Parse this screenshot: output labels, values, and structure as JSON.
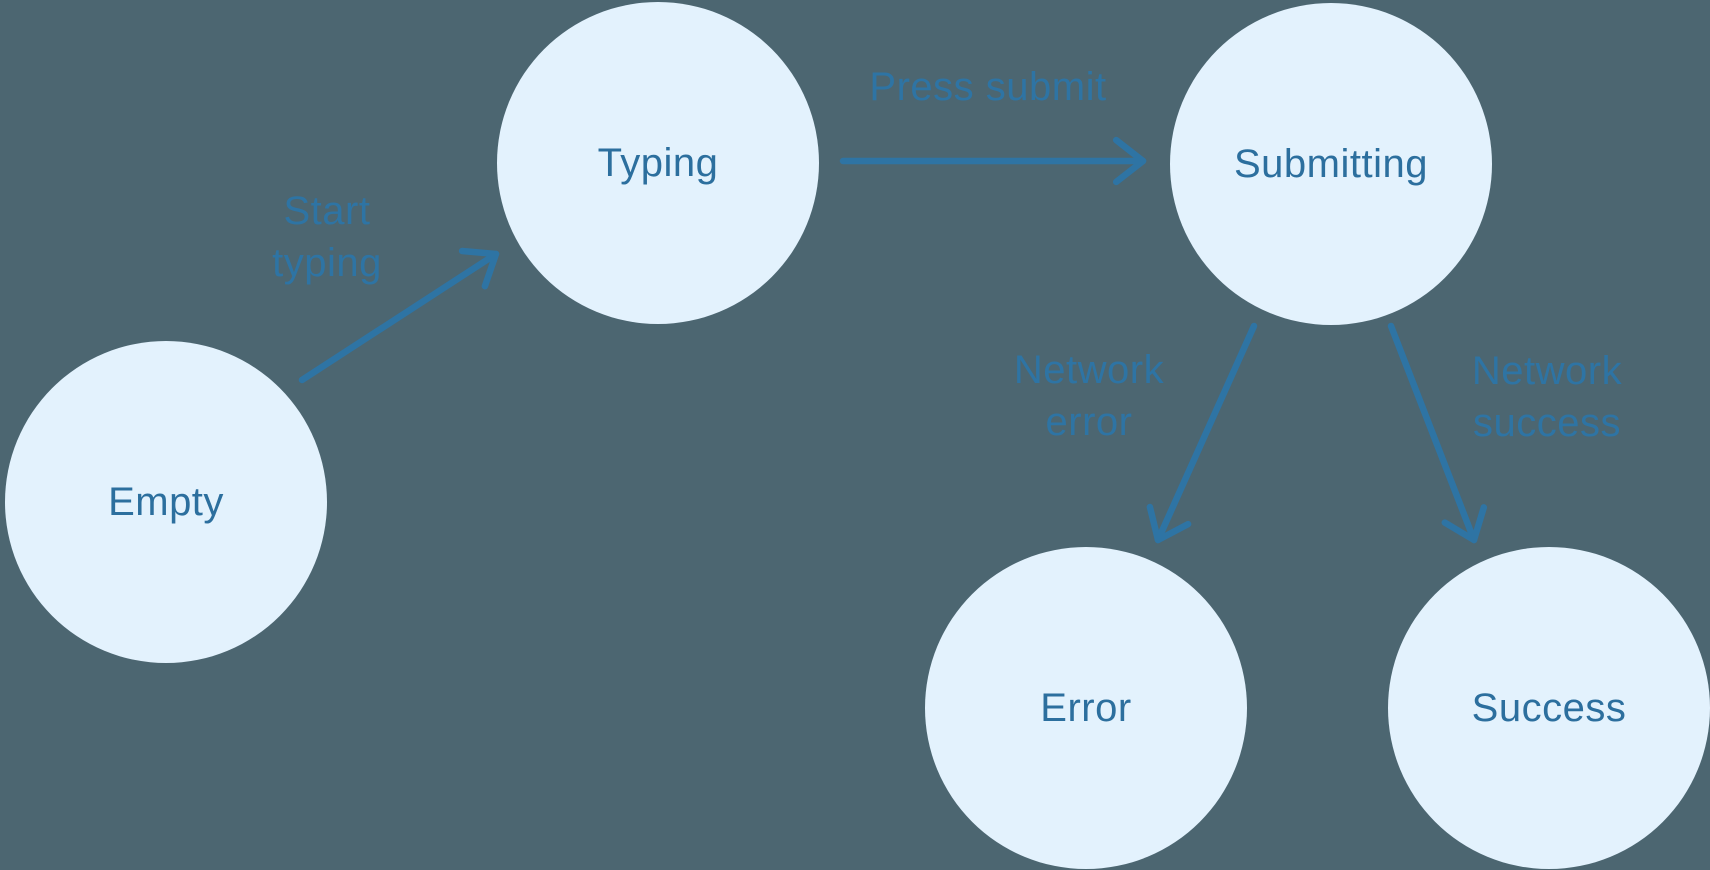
{
  "diagram": {
    "nodes": [
      {
        "id": "empty",
        "label": "Empty"
      },
      {
        "id": "typing",
        "label": "Typing"
      },
      {
        "id": "submitting",
        "label": "Submitting"
      },
      {
        "id": "error",
        "label": "Error"
      },
      {
        "id": "success",
        "label": "Success"
      }
    ],
    "edges": [
      {
        "from": "empty",
        "to": "typing",
        "label": "Start typing"
      },
      {
        "from": "typing",
        "to": "submitting",
        "label": "Press submit"
      },
      {
        "from": "submitting",
        "to": "error",
        "label": "Network error"
      },
      {
        "from": "submitting",
        "to": "success",
        "label": "Network success"
      }
    ]
  },
  "colors": {
    "background": "#4c6671",
    "node_fill": "#e3f2fd",
    "node_text": "#2c6f9e",
    "edge": "#2e74a4"
  }
}
